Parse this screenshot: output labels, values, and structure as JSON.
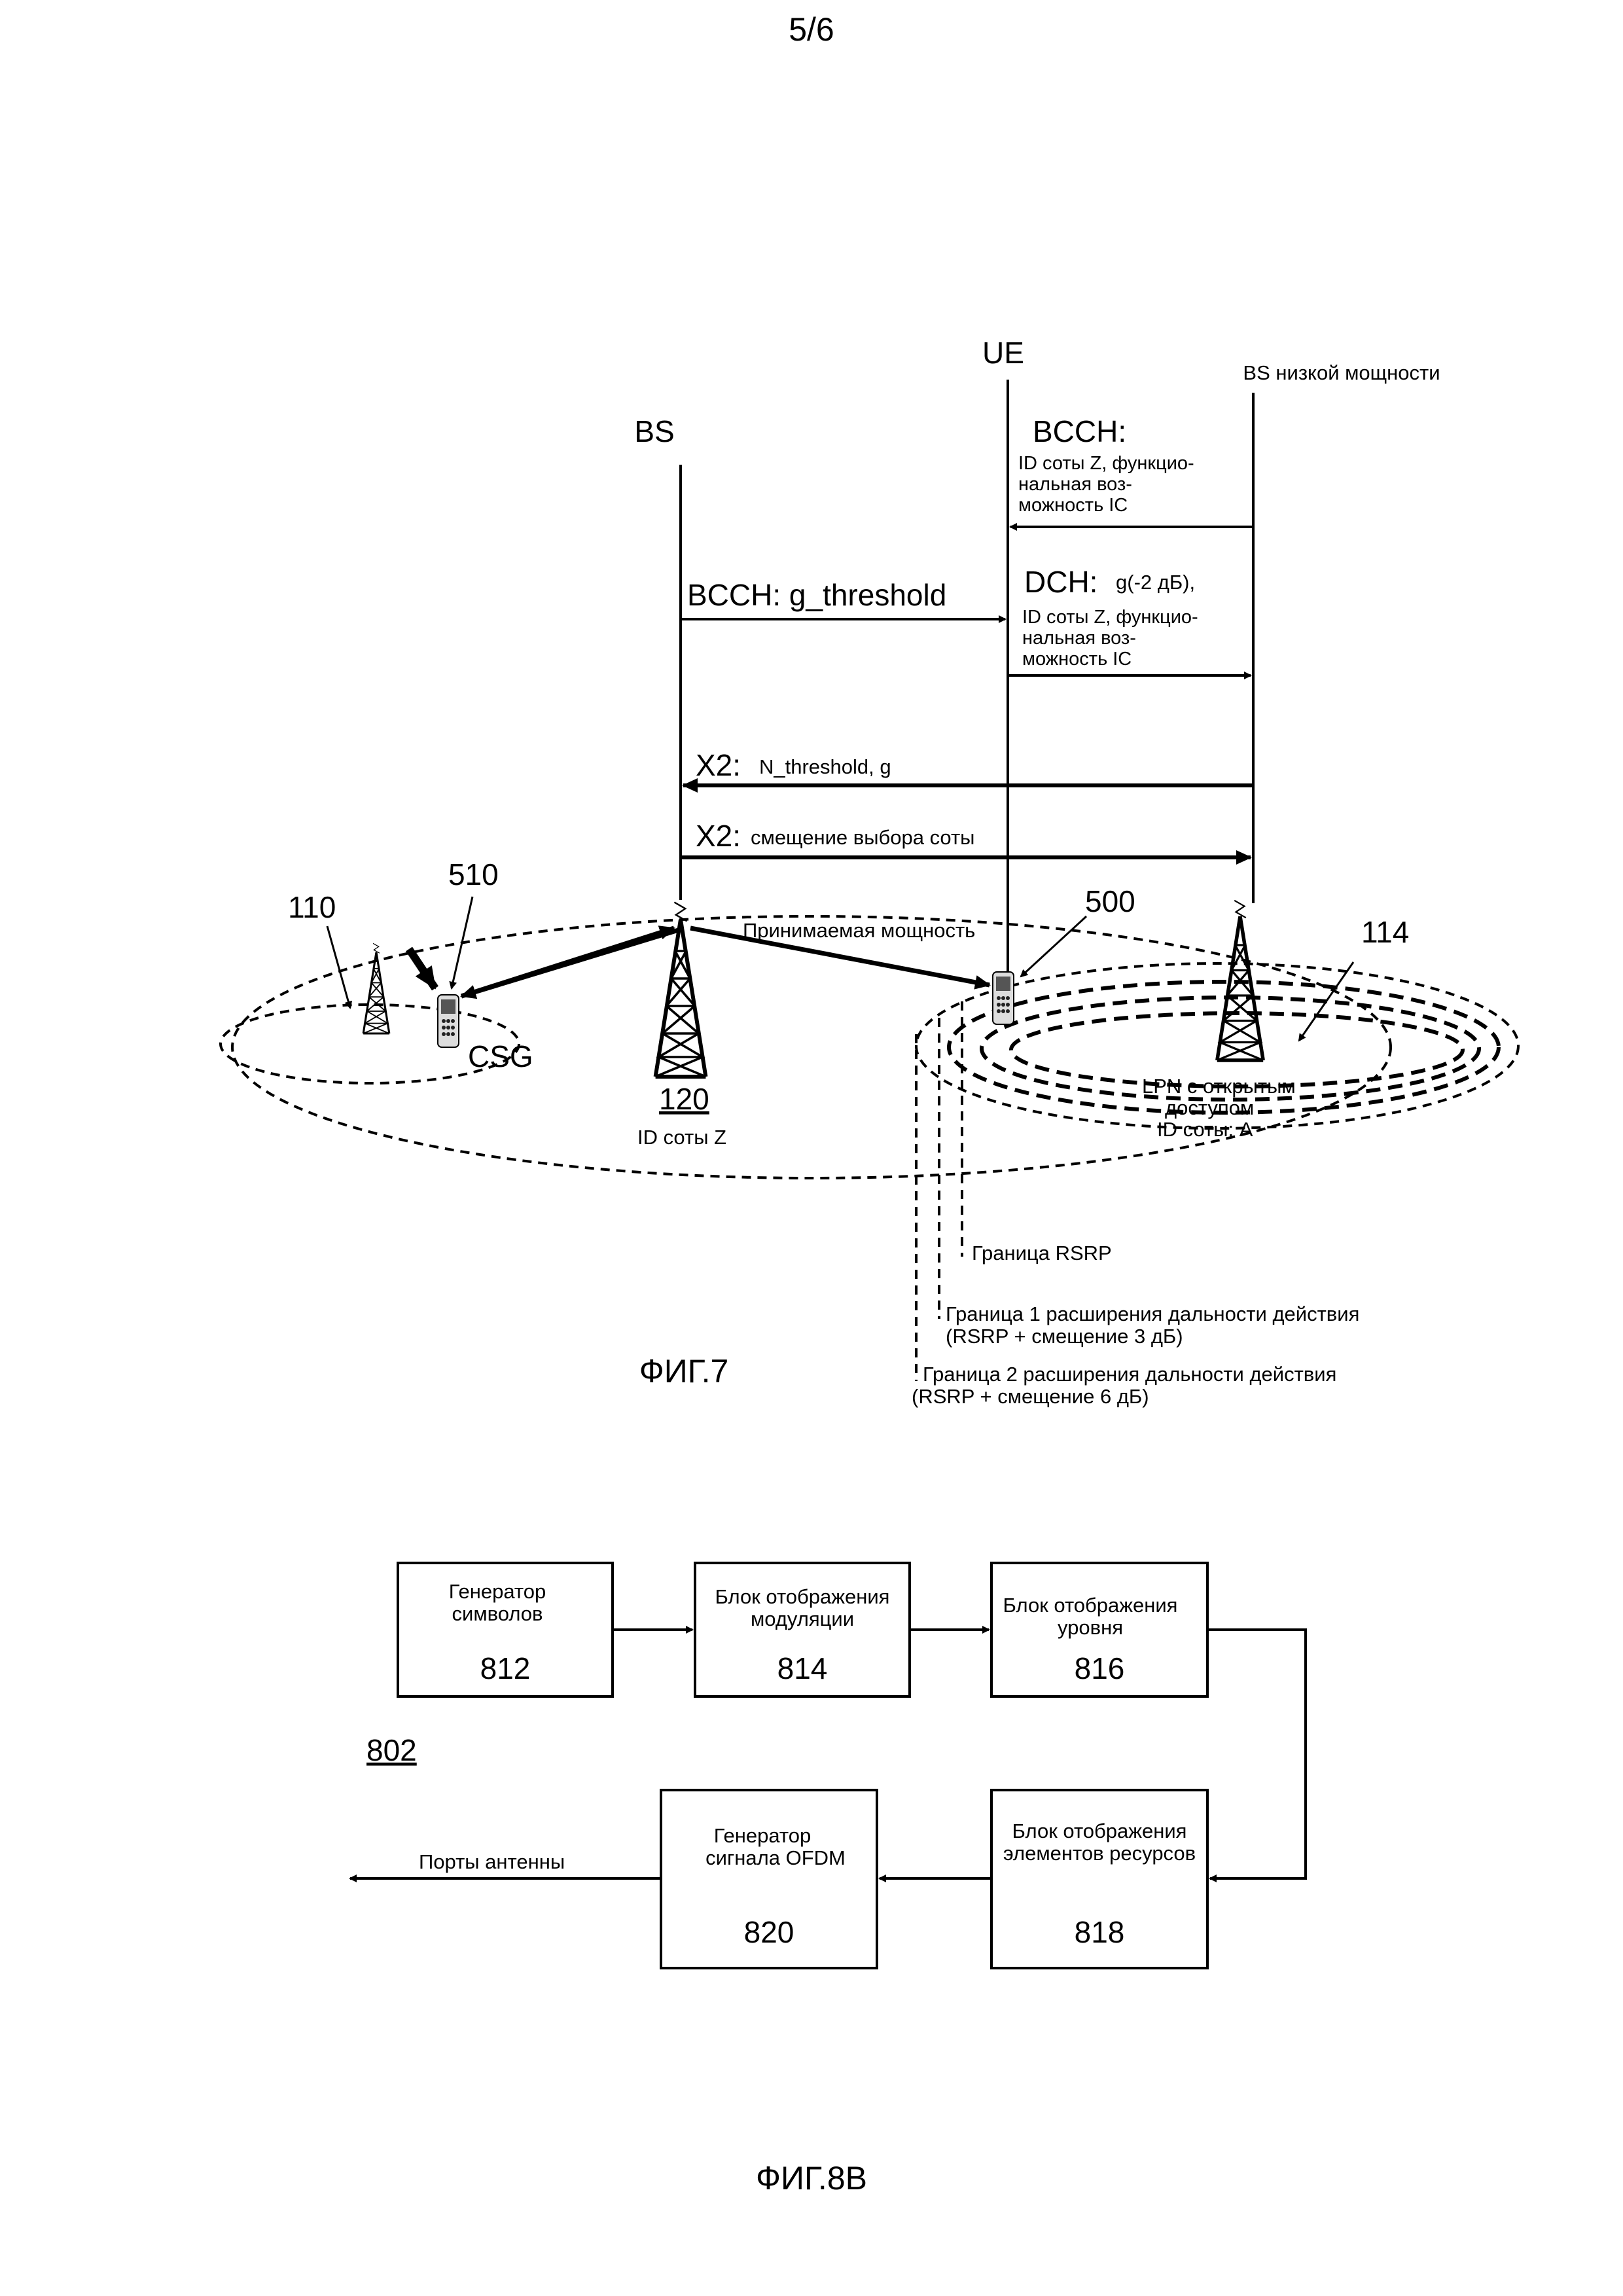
{
  "page": {
    "number": "5/6"
  },
  "fig7": {
    "caption": "ФИГ.7",
    "entities": {
      "bs": "BS",
      "ue": "UE",
      "lpbs": "BS низкой мощности"
    },
    "messages": {
      "m1_head": "BCCH:",
      "m1_body": [
        "ID соты Z, функцио-",
        "нальная воз-",
        "можность IC"
      ],
      "m2": "BCCH: g_threshold",
      "m3_head": "DCH:",
      "m3_param": "g(-2 дБ),",
      "m3_body": [
        "ID соты Z, функцио-",
        "нальная воз-",
        "можность IC"
      ],
      "m4_head": "X2:",
      "m4_param": "N_threshold, g",
      "m5_head": "X2:",
      "m5_param": "смещение выбора соты"
    },
    "labels": {
      "n110": "110",
      "n510": "510",
      "n500": "500",
      "n114": "114",
      "n120": "120",
      "csg": "CSG",
      "cell_z": "ID соты Z",
      "received_power": "Принимаемая мощность",
      "lpn": [
        "LPN с открытым",
        "доступом",
        "ID соты: A"
      ],
      "rsrp_border": "Граница RSRP",
      "ext1": [
        "Граница 1 расширения дальности действия",
        "(RSRP + смещение 3 дБ)"
      ],
      "ext2": [
        "Граница 2 расширения дальности действия",
        "(RSRP + смещение 6 дБ)"
      ]
    }
  },
  "fig8b": {
    "caption": "ФИГ.8В",
    "ref": "802",
    "blocks": [
      {
        "id": "812",
        "label": [
          "Генератор",
          "символов"
        ]
      },
      {
        "id": "814",
        "label": [
          "Блок отображения",
          "модуляции"
        ]
      },
      {
        "id": "816",
        "label": [
          "Блок отображения",
          "уровня"
        ]
      },
      {
        "id": "818",
        "label": [
          "Блок отображения",
          "элементов ресурсов"
        ]
      },
      {
        "id": "820",
        "label": [
          "Генератор",
          "сигнала OFDM"
        ]
      }
    ],
    "output": "Порты антенны"
  }
}
